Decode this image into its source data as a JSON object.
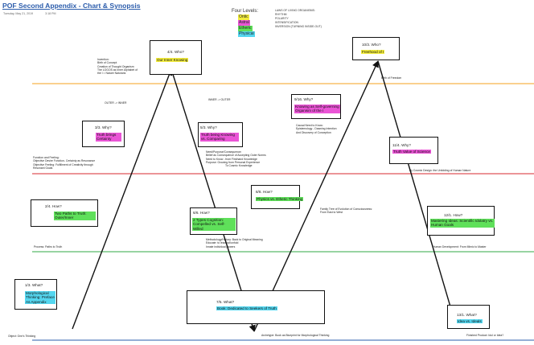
{
  "header": {
    "title": "POF Second Appendix - Chart & Synopsis",
    "date": "Tuesday, May 21, 2019",
    "time": "3:18 PM"
  },
  "levels": {
    "title": "Four Levels:",
    "items": [
      {
        "label": "Ontic",
        "color": "#f2ec3c"
      },
      {
        "label": "Astral",
        "color": "#ea55d6"
      },
      {
        "label": "Etheric",
        "color": "#5fe05a"
      },
      {
        "label": "Physical",
        "color": "#54d6ef"
      }
    ],
    "laws": [
      "LAWS OF LIVING ORGANISMS:",
      "RHYTHM",
      "POLARITY",
      "INTENSIFICATION",
      "INVERSION (TURNING INSIDE-OUT)"
    ]
  },
  "colors": {
    "orange_line": "#f4a21c",
    "red_line": "#d7282f",
    "green_line": "#31a846",
    "blue_line": "#2b5cab",
    "yellow": "#f2ec3c",
    "magenta": "#ea55d6",
    "green": "#5fe05a",
    "cyan": "#54d6ef"
  },
  "boxes": {
    "b44": {
      "label": "4/4. Who?",
      "text": "Our Inner Knowing"
    },
    "b103": {
      "label": "10/3. Who?",
      "text": "Freehood of I"
    },
    "b33": {
      "label": "3/3. Why?",
      "text": "Truth brings Certainty"
    },
    "b53": {
      "label": "5/3. Why?",
      "text": "Truth being Knowing vs. Comparing"
    },
    "b916": {
      "label": "9/16. Why?",
      "text": "Knowing as Self-governing Organism of the I"
    },
    "b114": {
      "label": "11/4. Why?",
      "text": "Truth Value of Science"
    },
    "b24": {
      "label": "2/4. How?",
      "text": "Two Paths to Truth: Outer/Inner"
    },
    "b66": {
      "label": "6/6. How?",
      "text": "2 Types Cognition: Compelled vs. Self-Willed"
    },
    "b88": {
      "label": "8/8. How?",
      "text": "Physics vs. Etheric Thinking"
    },
    "b121": {
      "label": "12/1. How?",
      "text": "Mastering Ideas: Scientific Idolatry vs. Human Goals"
    },
    "b13": {
      "label": "1/3. What?",
      "text": "Morphological Thinking: Preface As Appendix"
    },
    "b75": {
      "label": "7/5. What?",
      "text": "Book: Dedicated to Seekers of Truth"
    },
    "b131": {
      "label": "13/1. What?",
      "text": "Idea vs. Ideals"
    }
  },
  "notes": {
    "invention": [
      "Invention:",
      "Birth of Concept",
      "Creation of Thought Organism",
      "The LOGOS as Inner Alphabet of",
      "the I = Nature Naturans"
    ],
    "outer_inner": [
      "OUTER -> INNER"
    ],
    "inner_outer": [
      "INNER -> OUTER"
    ],
    "birth_freedom": [
      "Birth of Freedom"
    ],
    "causal_need": [
      "Causal Need to Know:",
      "Epistemology - Dawning Intention",
      "And Discovery of Conception"
    ],
    "need_purpose": [
      "Need/Purpose/Consequence:",
      "Belief as Consequence of Accepting Outer Norms",
      "Need to Know - from Firsthand Knowledge",
      "Purpose: Growing from Personal Experience",
      "To Cosmic Knowledge"
    ],
    "function_feeling": [
      "Function and Feeling:",
      "Objective Desire Function- Certainty as Resonance",
      "Objective Feeling: Fulfillment of Creativity through",
      "Resonant Goals"
    ],
    "cosmic_design": [
      "By Cosmic Design: the Unfolding of Human Nature"
    ],
    "family_tree": [
      "Family Tree of Evolution of Consciousness:",
      "From East to West"
    ],
    "process": [
      "Process: Paths to Truth"
    ],
    "methodology": [
      "Methodology/History: Back to Original Meaning",
      "Educate: to lead out/unfold",
      "Innate individual powers"
    ],
    "human_dev": [
      "Human Development: From Mimic to Master"
    ],
    "object": [
      "Object: One's Thinking"
    ],
    "archetype": [
      "Archetype: Book as Blueprint for Morphological Thinking"
    ],
    "finished": [
      "Finished Product: Idol or Idea?"
    ]
  }
}
